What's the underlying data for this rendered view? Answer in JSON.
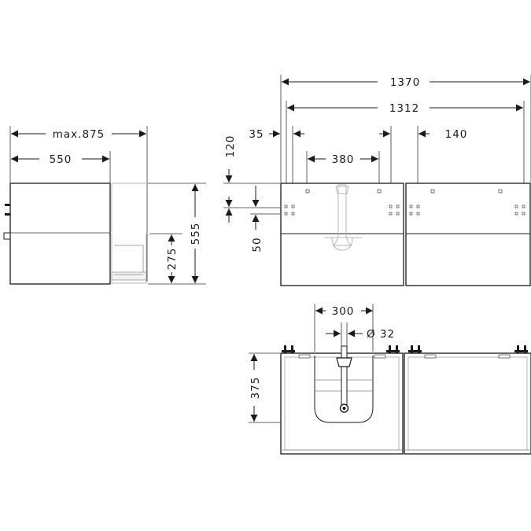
{
  "dimensions": {
    "side_max_depth": "max.875",
    "side_depth": "550",
    "side_height": "555",
    "side_drawer_height": "275",
    "front_total_width": "1370",
    "front_inner_width": "1312",
    "front_edge_offset": "35",
    "front_right_offset": "140",
    "front_hole_spacing": "380",
    "front_top_offset": "120",
    "front_hole_gap": "50",
    "top_centre_offset": "300",
    "top_pipe_diameter": "Ø 32",
    "top_depth": "375"
  }
}
